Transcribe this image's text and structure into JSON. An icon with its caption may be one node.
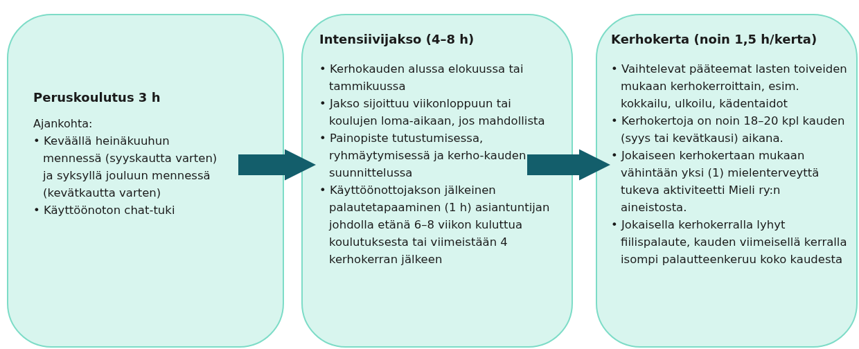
{
  "diagram": {
    "nodes": [
      {
        "text": [
          "Peruskoulutus 3 h",
          "Ajankohta:",
          "• Keväällä heinäkuuhun mennessä (syyskautta varten) ja syksyllä jouluun mennessä (kevätkautta varten)",
          "• Käyttöönoton chat-tuki"
        ]
      },
      {
        "text": [
          "Intensiivijakso (4–8 h)",
          "• Kerhokauden alussa elokuussa tai tammikuussa",
          "• Jakso sijoittuu viikonloppuun tai koulujen loma-aikaan, jos mahdollista",
          "• Painopiste tutustumisessa, ryhmäytymisessä ja kerho-kauden suunnittelussa",
          "• Käyttöönottojakson jälkeinen palautetapaaminen (1 h) asiantuntijan johdolla etänä 6–8 viikon kuluttua koulutuksesta tai viimeistään 4 kerhokerran jälkeen"
        ]
      },
      {
        "text": [
          "Kerhokerta (noin 1,5 h/kerta)",
          "• Vaihtelevat pääteemat lasten toiveiden mukaan kerhokerroittain, esim. kokkailu, ulkoilu, kädentaidot",
          "• Kerhokertoja on noin 18–20 kpl kauden (syys tai kevätkausi) aikana.",
          "• Jokaiseen kerhokertaan mukaan vähintään yksi (1) mielenterveyttä tukeva aktiviteetti Mieli ry:n aineistosta.",
          "• Jokaisella kerhokerralla lyhyt fiilispalaute, kauden viimeisellä kerralla isompi palautteenkeruu koko kaudesta"
        ]
      }
    ],
    "edges": [
      {
        "from": 0,
        "to": 1,
        "arrow": "to"
      },
      {
        "from": 1,
        "to": 2,
        "arrow": "to"
      }
    ]
  }
}
